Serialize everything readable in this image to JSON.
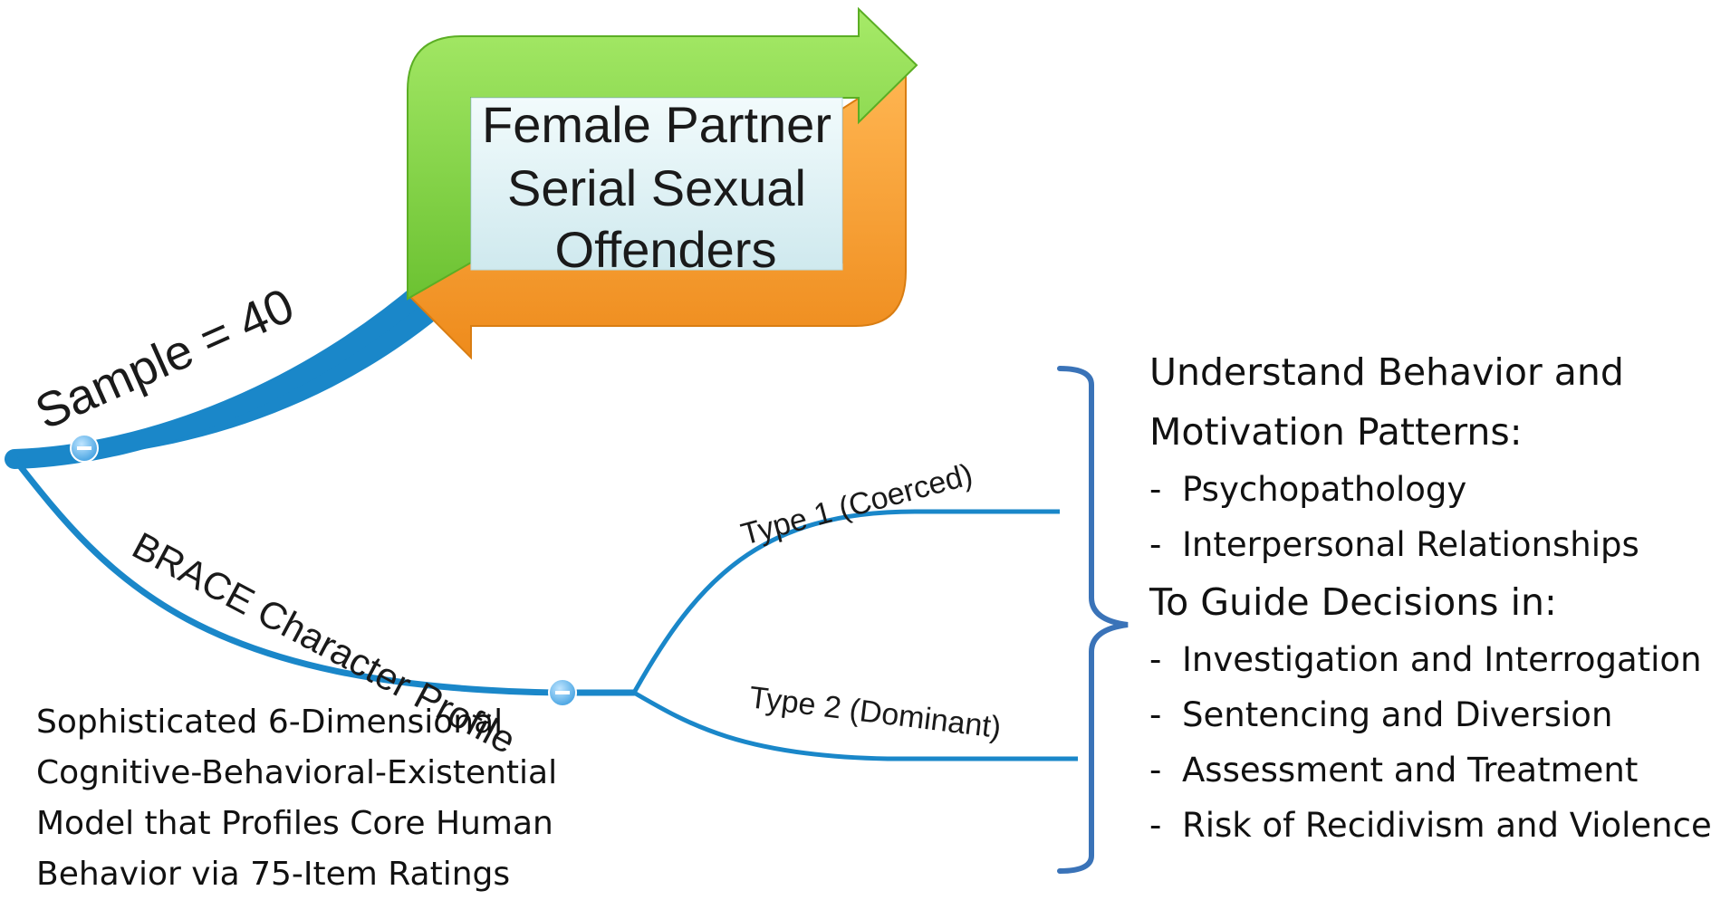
{
  "central_node": {
    "lines": [
      "Female Partner",
      "Serial Sexual",
      "Offenders"
    ]
  },
  "branches": {
    "sample_label": "Sample = 40",
    "brace_label": "BRACE Character Profile",
    "type1_label": "Type 1 (Coerced)",
    "type2_label": "Type 2 (Dominant)"
  },
  "description": {
    "lines": [
      "Sophisticated 6-Dimensional",
      "Cognitive-Behavioral-Existential",
      "Model  that Profiles Core Human",
      "Behavior via 75-Item Ratings"
    ]
  },
  "purpose": {
    "heading1_line1": "Understand Behavior and",
    "heading1_line2": "Motivation Patterns:",
    "list1": [
      {
        "dash": "-",
        "text": "Psychopathology"
      },
      {
        "dash": "-",
        "text": "Interpersonal Relationships"
      }
    ],
    "heading2": "To Guide Decisions in:",
    "list2": [
      {
        "dash": "-",
        "text": "Investigation and Interrogation"
      },
      {
        "dash": "-",
        "text": "Sentencing and Diversion"
      },
      {
        "dash": "-",
        "text": "Assessment and Treatment"
      },
      {
        "dash": "-",
        "text": "Risk of Recidivism and Violence"
      }
    ]
  },
  "colors": {
    "branch_blue": "#1a87c9",
    "arrow_green": "#7ed23f",
    "arrow_orange": "#f59a2a",
    "center_box": "#dff1f4",
    "bracket_blue": "#3a73b8",
    "collapse_dot": "#5fb4ea"
  },
  "icons": {
    "collapse_markers": "minus-circle-icon"
  }
}
